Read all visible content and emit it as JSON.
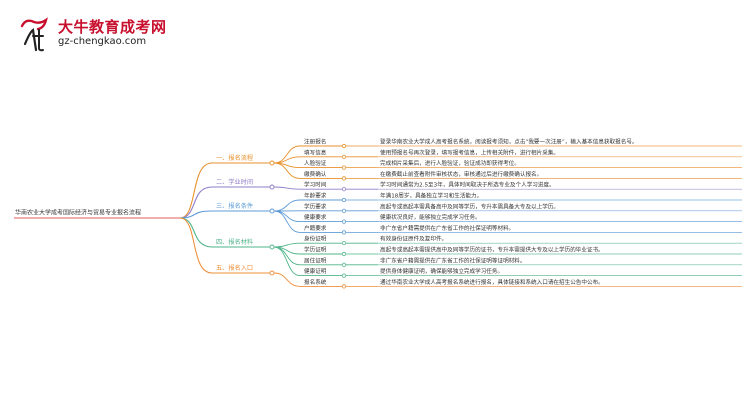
{
  "header": {
    "title": "大牛教育成考网",
    "url": "gz-chengkao.com",
    "colors": {
      "brand": "#c8102e"
    }
  },
  "mindmap": {
    "root": "华南农业大学成考国际经济与贸易专业报名流程",
    "branches": [
      {
        "label": "一、报名流程",
        "color": "#e8912d",
        "items": [
          {
            "label": "注册报名",
            "desc": "登录华南农业大学成人高考报名系统，阅读报考须知，点击“我要一次注册”，输入基本信息获取报名号。"
          },
          {
            "label": "填写信息",
            "desc": "使用预报名号再次登录，填写报考信息，上传相关附件，进行相片采集。"
          },
          {
            "label": "人脸验证",
            "desc": "完成相片采集后，进行人脸验证，验证成功即获得考位。"
          },
          {
            "label": "缴费确认",
            "desc": "在缴费截止前查看附件审核状态，审核通过后进行缴费确认报名。"
          }
        ]
      },
      {
        "label": "二、学业时间",
        "color": "#8f7dc7",
        "items": [
          {
            "label": "学习时间",
            "desc": "学习时间通常为2.5至3年，具体时间取决于所选专业及个人学习进度。"
          }
        ]
      },
      {
        "label": "三、报名条件",
        "color": "#5c9bd6",
        "items": [
          {
            "label": "年龄要求",
            "desc": "年满18周岁，具备独立学习和生活能力。"
          },
          {
            "label": "学历要求",
            "desc": "高起专或高起本需具备高中及同等学历，专升本需具备大专及以上学历。"
          },
          {
            "label": "健康要求",
            "desc": "健康状况良好，能够独立完成学习任务。"
          },
          {
            "label": "户籍要求",
            "desc": "非广东省户籍需提供在广东省工作的社保证明等材料。"
          }
        ]
      },
      {
        "label": "四、报名材料",
        "color": "#4fb58a",
        "items": [
          {
            "label": "身份证明",
            "desc": "有效身份证原件及复印件。"
          },
          {
            "label": "学历证明",
            "desc": "高起专或高起本需提供高中及同等学历的证书，专升本需提供大专及以上学历的毕业证书。"
          },
          {
            "label": "居住证明",
            "desc": "非广东省户籍需提供在广东省工作的社保证明等证明材料。"
          },
          {
            "label": "健康证明",
            "desc": "提供身体健康证明，确保能够独立完成学习任务。"
          }
        ]
      },
      {
        "label": "五、报名入口",
        "color": "#ef8f3a",
        "items": [
          {
            "label": "报名系统",
            "desc": "通过华南农业大学成人高考报名系统进行报名，具体链接和系统入口请在招生公告中公布。"
          }
        ]
      }
    ]
  }
}
